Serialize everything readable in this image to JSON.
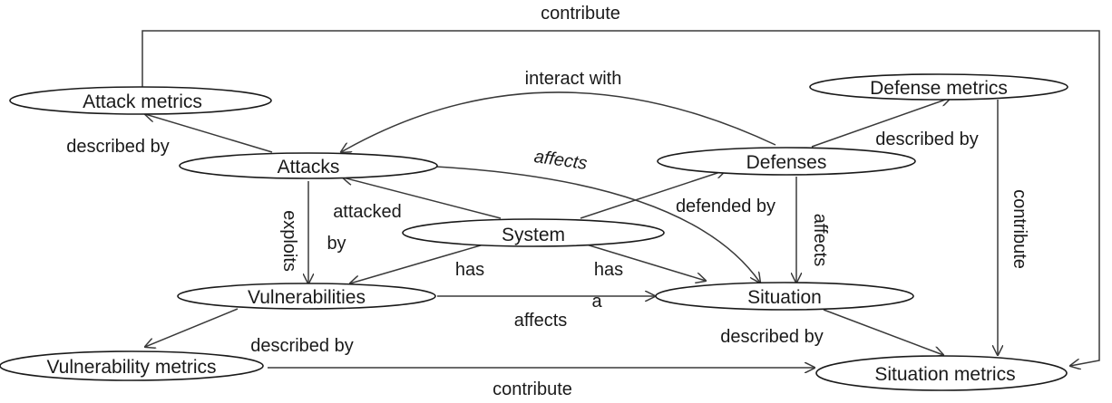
{
  "nodes": {
    "attack_metrics": "Attack metrics",
    "defense_metrics": "Defense metrics",
    "attacks": "Attacks",
    "defenses": "Defenses",
    "system": "System",
    "vulnerabilities": "Vulnerabilities",
    "situation": "Situation",
    "vulnerability_metrics": "Vulnerability metrics",
    "situation_metrics": "Situation metrics"
  },
  "edges": {
    "contribute_top": "contribute",
    "interact_with": "interact with",
    "described_by_attacks": "described by",
    "affects_attacks_situation": "affects",
    "described_by_defenses": "described by",
    "contribute_right": "contribute",
    "exploits": "exploits",
    "attacked_by_1": "attacked",
    "attacked_by_2": "by",
    "defended_by": "defended by",
    "affects_defenses_situation": "affects",
    "has_vuln": "has",
    "has_a_1": "has",
    "has_a_2": "a",
    "affects_vuln_situation": "affects",
    "described_by_vuln": "described by",
    "described_by_situation": "described by",
    "contribute_bottom": "contribute"
  }
}
